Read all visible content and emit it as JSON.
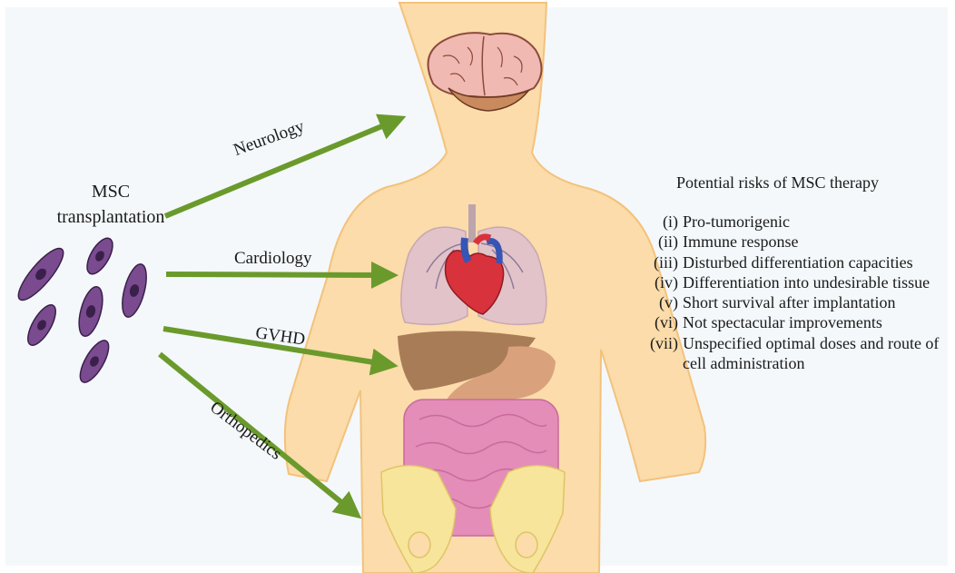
{
  "source": {
    "title_line1": "MSC",
    "title_line2": "transplantation"
  },
  "applications": [
    {
      "label": "Neurology"
    },
    {
      "label": "Cardiology"
    },
    {
      "label": "GVHD"
    },
    {
      "label": "Orthopedics"
    }
  ],
  "risks": {
    "title": "Potential risks of MSC therapy",
    "items": [
      {
        "num": "(i)",
        "text": "Pro-tumorigenic"
      },
      {
        "num": "(ii)",
        "text": "Immune response"
      },
      {
        "num": "(iii)",
        "text": "Disturbed differentiation capacities"
      },
      {
        "num": "(iv)",
        "text": "Differentiation into undesirable tissue"
      },
      {
        "num": "(v)",
        "text": "Short survival after implantation"
      },
      {
        "num": "(vi)",
        "text": "Not spectacular improvements"
      },
      {
        "num": "(vii)",
        "text": "Unspecified optimal doses and route of cell administration"
      }
    ]
  },
  "colors": {
    "background": "#f4f8fb",
    "body_skin": "#fbdcaa",
    "arrow": "#6b9a2c",
    "cell": "#7a4b8e",
    "cell_nucleus": "#3a1f4b",
    "brain": "#f0b9b1",
    "lungs": "#e2c3c9",
    "heart": "#d8323c",
    "liver": "#a97c58",
    "stomach": "#d9a27c",
    "intestine": "#e38db8",
    "pelvis": "#f7e59b"
  }
}
